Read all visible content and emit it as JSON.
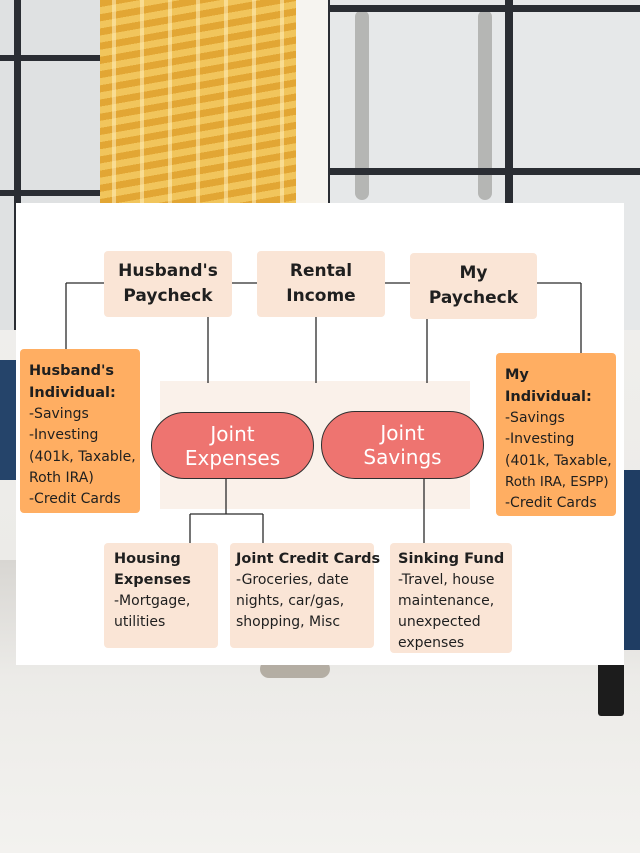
{
  "sources": {
    "husband": "Husband's Paycheck",
    "rental": "Rental Income",
    "mine": "My Paycheck"
  },
  "husband_individual": {
    "title": "Husband's Individual:",
    "items": [
      "-Savings",
      "-Investing",
      "(401k, Taxable,",
      "Roth IRA)",
      "-Credit Cards"
    ]
  },
  "my_individual": {
    "title": "My Individual:",
    "items": [
      "-Savings",
      "-Investing",
      "(401k, Taxable,",
      "Roth IRA, ESPP)",
      "-Credit Cards"
    ]
  },
  "joint": {
    "expenses": "Joint Expenses",
    "savings": "Joint Savings"
  },
  "housing": {
    "title": "Housing Expenses",
    "text": "-Mortgage, utilities"
  },
  "joint_cards": {
    "title": "Joint Credit Cards",
    "text": "-Groceries, date nights, car/gas, shopping, Misc"
  },
  "sinking": {
    "title": "Sinking Fund",
    "text": "-Travel, house maintenance, unexpected expenses"
  },
  "colors": {
    "peach_box": "#fae5d6",
    "orange_box": "#ffae62",
    "pill": "#ee7470",
    "curtain": "#e2a634",
    "couch": "#25446a"
  }
}
